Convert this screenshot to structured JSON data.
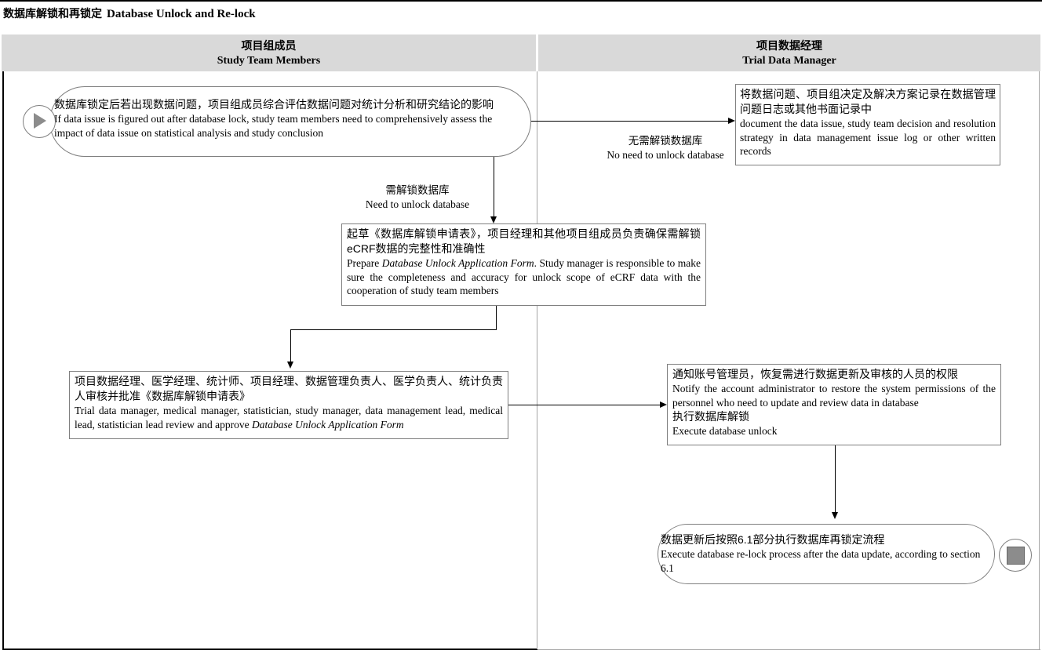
{
  "title": {
    "zh": "数据库解锁和再锁定",
    "en": "Database Unlock and Re-lock"
  },
  "lanes": [
    {
      "zh": "项目组成员",
      "en": "Study Team Members"
    },
    {
      "zh": "项目数据经理",
      "en": "Trial Data Manager"
    }
  ],
  "nodes": {
    "start": {
      "zh": "数据库锁定后若出现数据问题，项目组成员综合评估数据问题对统计分析和研究结论的影响",
      "en": "If data issue is figured out after database lock, study team members need to comprehensively assess the impact of data issue on statistical analysis and study conclusion"
    },
    "document_record": {
      "zh": "将数据问题、项目组决定及解决方案记录在数据管理问题日志或其他书面记录中",
      "en": "document the data issue, study team decision and resolution strategy in data management issue log or other written records"
    },
    "prepare_form": {
      "zh": "起草《数据库解锁申请表》，项目经理和其他项目组成员负责确保需解锁eCRF数据的完整性和准确性",
      "en_pre": "Prepare ",
      "en_italic": "Database Unlock Application Form",
      "en_post": ". Study manager is responsible to make sure the completeness and accuracy for unlock scope of eCRF data with the cooperation of study team members"
    },
    "review_approve": {
      "zh": "项目数据经理、医学经理、统计师、项目经理、数据管理负责人、医学负责人、统计负责人审核并批准《数据库解锁申请表》",
      "en_pre": "Trial data manager, medical manager, statistician, study manager, data management lead, medical lead, statistician lead review and approve ",
      "en_italic": "Database Unlock Application Form"
    },
    "notify_unlock": {
      "zh1": "通知账号管理员，恢复需进行数据更新及审核的人员的权限",
      "en1": "Notify the account administrator to restore the system permissions of the personnel who need to update and review data in database",
      "zh2": "执行数据库解锁",
      "en2": "Execute database unlock"
    },
    "relock_end": {
      "zh": "数据更新后按照6.1部分执行数据库再锁定流程",
      "en": "Execute database re-lock process after the data update, according to section 6.1"
    }
  },
  "edge_labels": {
    "no_unlock": {
      "zh": "无需解锁数据库",
      "en": "No need to unlock database"
    },
    "need_unlock": {
      "zh": "需解锁数据库",
      "en": "Need to unlock database"
    }
  },
  "icons": {
    "start": "play-icon",
    "end": "stop-icon"
  },
  "colors": {
    "header_band": "#d9d9d9",
    "lane_divider": "#a6a6a6",
    "node_border": "#7f7f7f",
    "frame_border": "#000000",
    "icon_fill": "#8c8c8c",
    "arrow": "#000000"
  }
}
